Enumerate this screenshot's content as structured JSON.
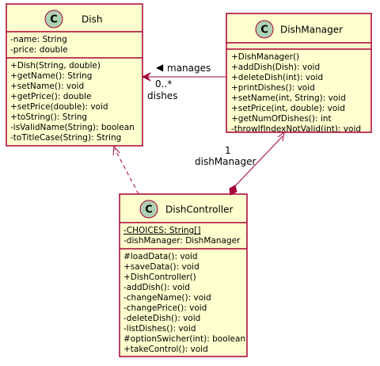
{
  "diagram": {
    "classes": {
      "dish": {
        "badge": "C",
        "name": "Dish",
        "fields": [
          "-name: String",
          "-price: double"
        ],
        "methods": [
          "+Dish(String, double)",
          "+getName(): String",
          "+setName(): void",
          "+getPrice(): double",
          "+setPrice(double): void",
          "+toString(): String",
          "-isValidName(String): boolean",
          "-toTitleCase(String): String"
        ]
      },
      "dish_manager": {
        "badge": "C",
        "name": "DishManager",
        "fields": [],
        "methods": [
          "+DishManager()",
          "+addDish(Dish): void",
          "+deleteDish(int): void",
          "+printDishes(): void",
          "+setName(int, String): void",
          "+setPrice(int, double): void",
          "+getNumOfDishes(): int",
          "-throwIfIndexNotValid(int): void"
        ]
      },
      "dish_controller": {
        "badge": "C",
        "name": "DishController",
        "fields": [
          "-CHOICES: String[]",
          "-dishManager: DishManager"
        ],
        "methods": [
          "#loadData(): void",
          "+saveData(): void",
          "+DishController()",
          "-addDish(): void",
          "-changeName(): void",
          "-changePrice(): void",
          "-deleteDish(): void",
          "-listDishes(): void",
          "#optionSwicher(int): boolean",
          "+takeControl(): void"
        ]
      }
    },
    "relations": {
      "manages": {
        "label": "manages",
        "direction_glyph": "◀",
        "multiplicity": "0..*",
        "role": "dishes"
      },
      "composition": {
        "multiplicity": "1",
        "role": "dishManager"
      }
    },
    "colors": {
      "class_fill": "#FEFECE",
      "border": "#A80036",
      "badge_fill": "#ADD1B2"
    }
  }
}
